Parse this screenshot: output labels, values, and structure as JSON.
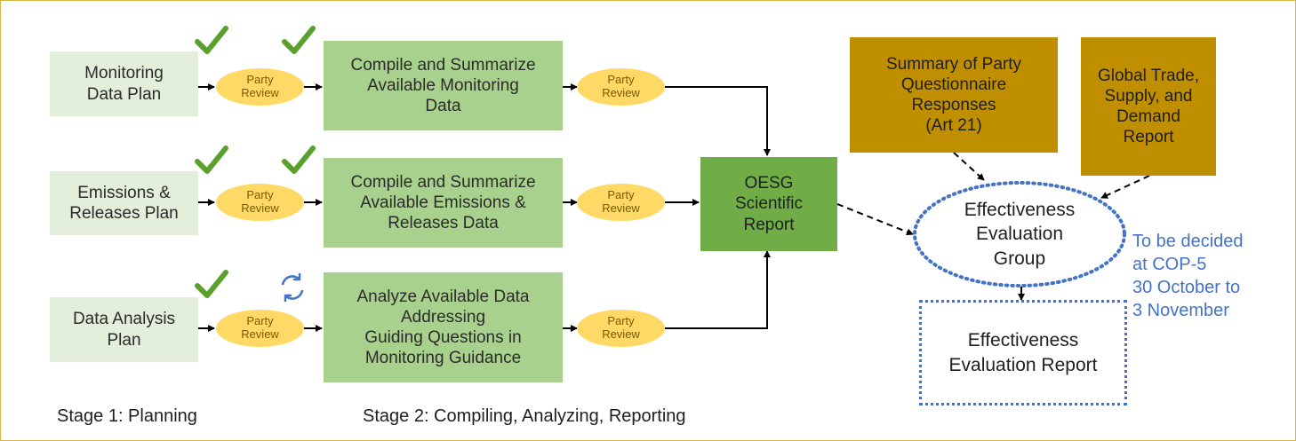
{
  "colors": {
    "check": "#5aa02c",
    "cycle": "#4472c4",
    "plan_box": "#e4efdb",
    "work_box": "#a9d18e",
    "oesg_box": "#70ad47",
    "gold_box": "#bf8f00",
    "review_ellipse": "#ffd966",
    "dotted_outline": "#4472c4",
    "note_text": "#4472c4",
    "arrow": "#000000"
  },
  "stage1": {
    "label": "Stage 1: Planning",
    "plans": [
      {
        "label": "Monitoring\nData Plan",
        "status_icon": "check-icon"
      },
      {
        "label": "Emissions &\nReleases Plan",
        "status_icon": "check-icon"
      },
      {
        "label": "Data Analysis\nPlan",
        "status_icon": "check-icon"
      }
    ]
  },
  "party_review_label": "Party\nReview",
  "stage2": {
    "label": "Stage 2: Compiling, Analyzing, Reporting",
    "tasks": [
      {
        "label": "Compile and Summarize\nAvailable Monitoring\nData",
        "status_icon": "check-icon"
      },
      {
        "label": "Compile and Summarize\nAvailable Emissions &\nReleases Data",
        "status_icon": "check-icon"
      },
      {
        "label": "Analyze Available Data\nAddressing\nGuiding Questions in\nMonitoring Guidance",
        "status_icon": "cycle-icon"
      }
    ]
  },
  "oesg_report": "OESG\nScientific\nReport",
  "inputs": [
    {
      "label": "Summary of Party\nQuestionnaire\nResponses\n(Art 21)"
    },
    {
      "label": "Global Trade,\nSupply, and\nDemand\nReport"
    }
  ],
  "effectiveness_group": "Effectiveness\nEvaluation\nGroup",
  "effectiveness_report": "Effectiveness\nEvaluation Report",
  "note": "To be decided\nat COP-5\n30 October to\n3 November"
}
